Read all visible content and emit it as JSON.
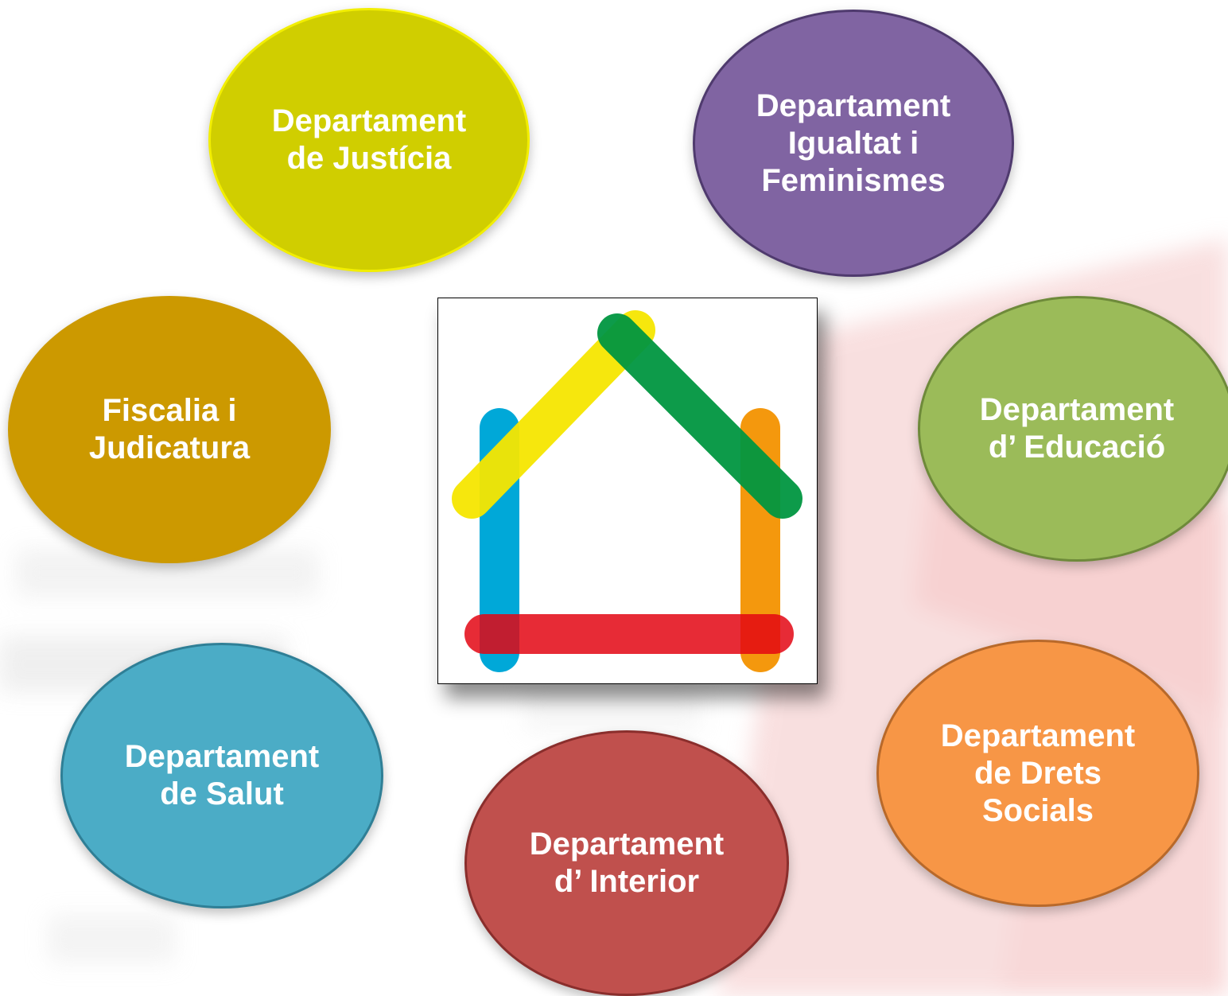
{
  "departments": [
    {
      "label": "Departament\nde Justícia",
      "color": "#d0ce00",
      "border": "#f2ee00"
    },
    {
      "label": "Departament\nIgualtat i\nFeminismes",
      "color": "#8064a2",
      "border": "#4f3a6e"
    },
    {
      "label": "Fiscalia i\nJudicatura",
      "color": "#cc9900",
      "border": "#cc9900"
    },
    {
      "label": "Departament\nd’ Educació",
      "color": "#9bbb59",
      "border": "#6e8a3a"
    },
    {
      "label": "Departament\nde Salut",
      "color": "#4bacc6",
      "border": "#2f7f96"
    },
    {
      "label": "Departament\nde Drets\nSocials",
      "color": "#f79646",
      "border": "#b8692a"
    },
    {
      "label": "Departament\nd’ Interior",
      "color": "#c0504d",
      "border": "#8a2e2c"
    }
  ],
  "logo": {
    "icon": "house-logo-icon",
    "colors": {
      "yellow": "#f5e600",
      "green": "#009640",
      "blue": "#00a8d8",
      "orange": "#f39200",
      "red": "#e30613"
    }
  }
}
